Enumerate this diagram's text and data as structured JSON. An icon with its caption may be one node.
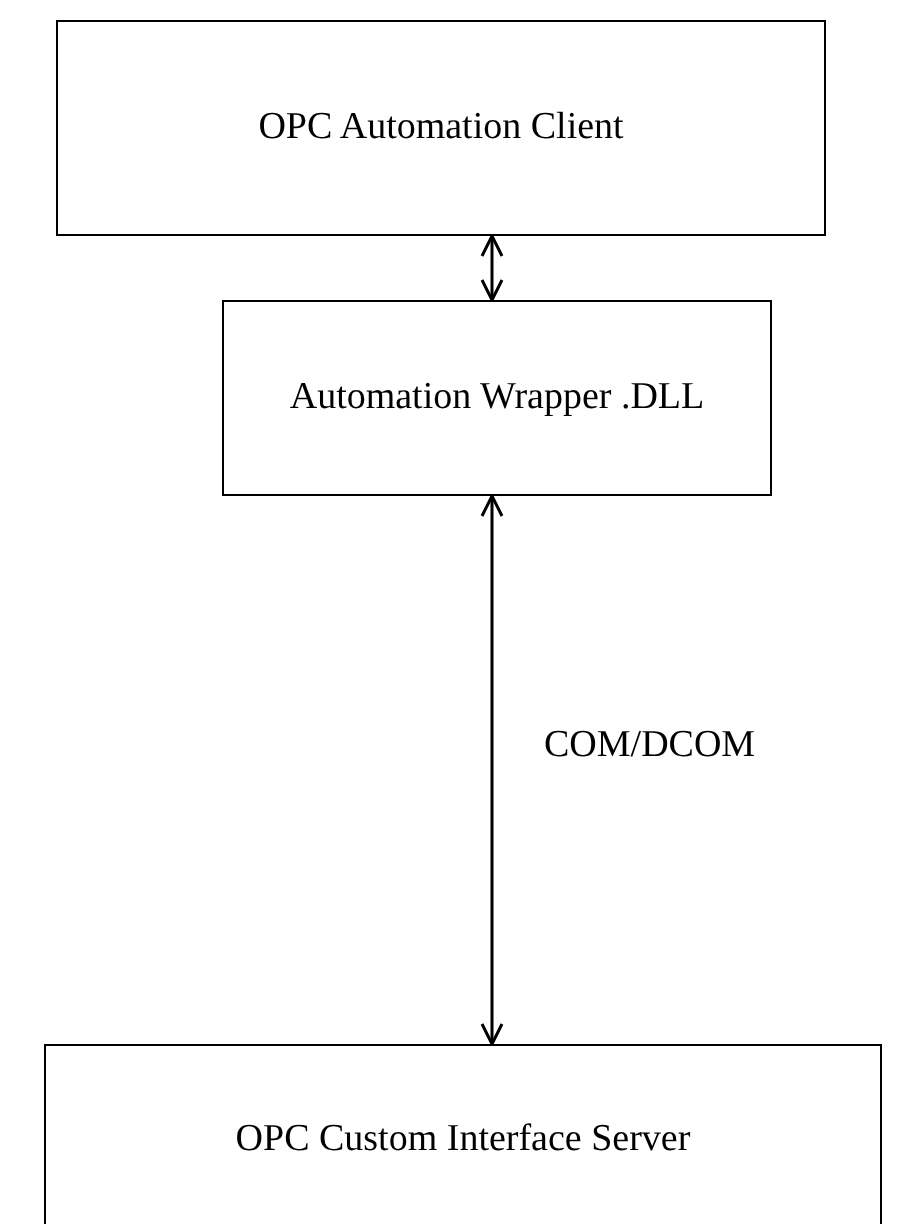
{
  "diagram": {
    "nodes": [
      {
        "text": [
          "OPC Automation Client"
        ]
      },
      {
        "text": [
          "Automation Wrapper .DLL"
        ]
      },
      {
        "text": [
          "OPC Custom Interface Server"
        ]
      }
    ],
    "edges": [
      {
        "from": 0,
        "to": 1,
        "arrow": "both"
      },
      {
        "from": 1,
        "to": 2,
        "arrow": "both",
        "label": "COM/DCOM"
      }
    ]
  }
}
